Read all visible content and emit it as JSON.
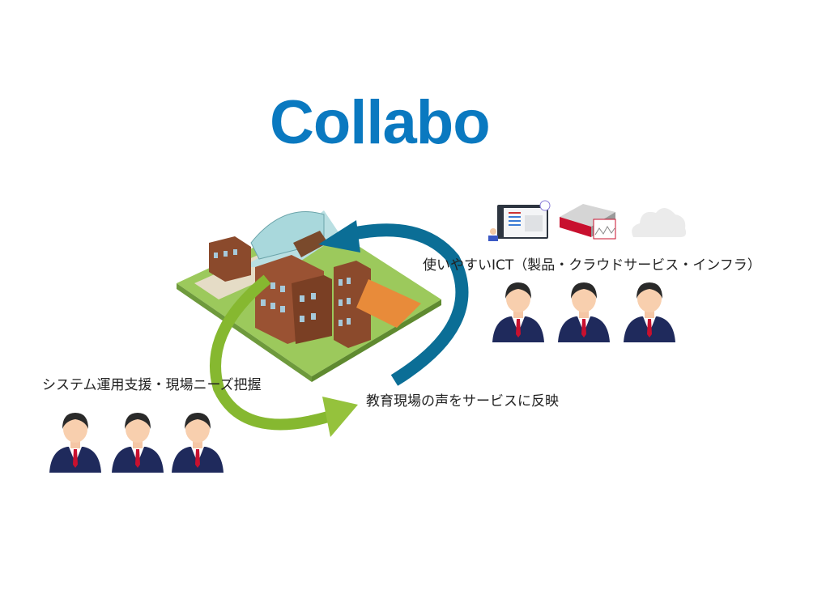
{
  "logo": {
    "text": "Collabo",
    "color": "#0a79c0"
  },
  "labels": {
    "ict": "使いやすいICT（製品・クラウドサービス・インフラ）",
    "support": "システム運用支援・現場ニーズ把握",
    "feedback": "教育現場の声をサービスに反映"
  },
  "colors": {
    "blue_arrow": "#0b6e96",
    "green_arrow": "#86b830",
    "suit_navy": "#1f2a5c",
    "tie_red": "#c8102e"
  },
  "icons": [
    "laptop-user-icon",
    "network-appliance-icon",
    "cloud-icon",
    "school-campus-illustration"
  ]
}
